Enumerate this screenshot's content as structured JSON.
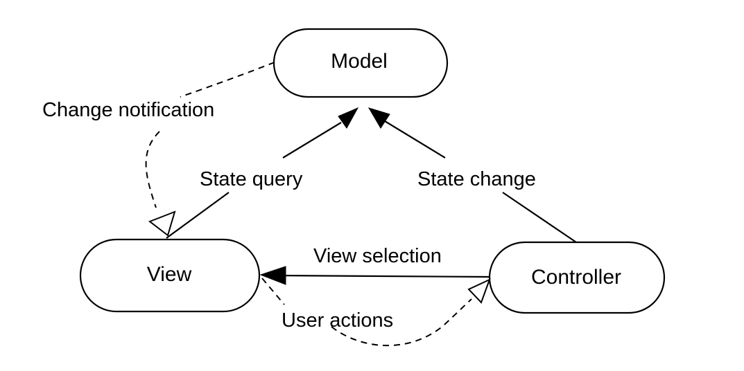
{
  "diagram": {
    "nodes": {
      "model": "Model",
      "view": "View",
      "controller": "Controller"
    },
    "edges": {
      "change_notification": "Change notification",
      "state_query": "State query",
      "state_change": "State change",
      "view_selection": "View selection",
      "user_actions": "User actions"
    }
  }
}
